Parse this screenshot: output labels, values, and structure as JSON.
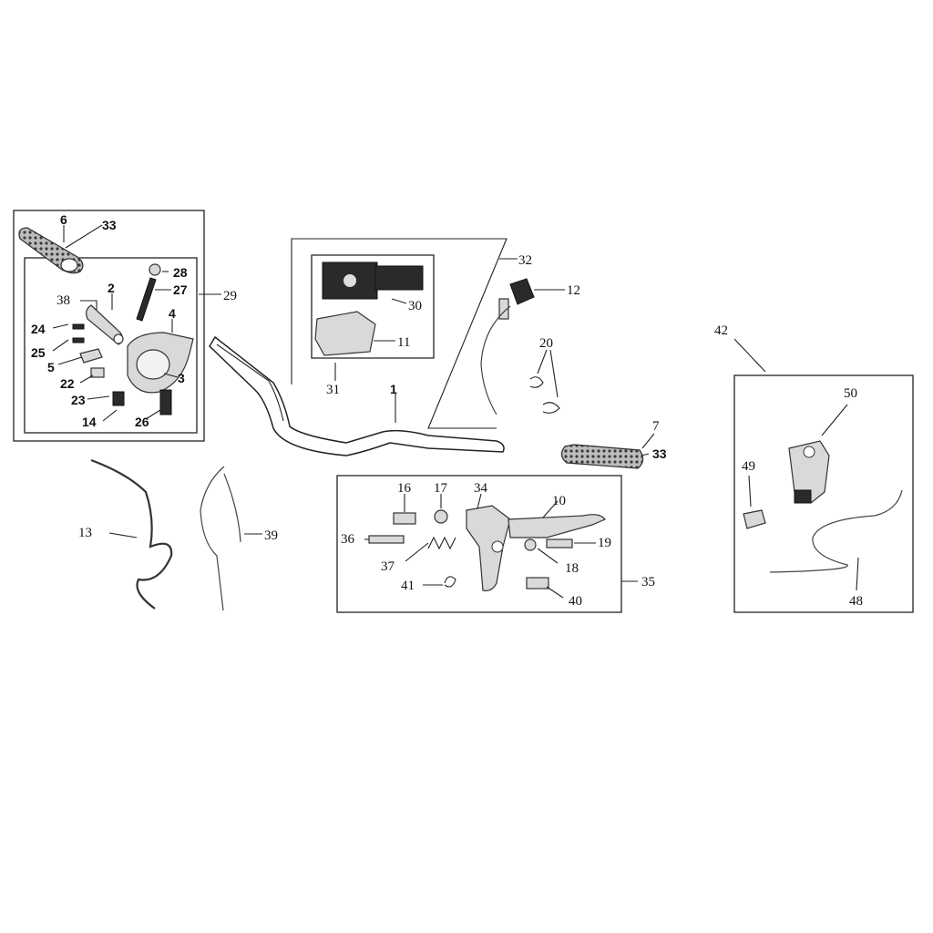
{
  "callouts": {
    "c1": "1",
    "c2": "2",
    "c3": "3",
    "c4": "4",
    "c5": "5",
    "c6": "6",
    "c7": "7",
    "c10": "10",
    "c11": "11",
    "c12": "12",
    "c13": "13",
    "c14": "14",
    "c16": "16",
    "c17": "17",
    "c18": "18",
    "c19": "19",
    "c20": "20",
    "c22": "22",
    "c23": "23",
    "c24": "24",
    "c25": "25",
    "c26": "26",
    "c27": "27",
    "c28": "28",
    "c29": "29",
    "c30": "30",
    "c31": "31",
    "c32": "32",
    "c33a": "33",
    "c33b": "33",
    "c34": "34",
    "c35": "35",
    "c36": "36",
    "c37": "37",
    "c38": "38",
    "c39": "39",
    "c40": "40",
    "c41": "41",
    "c42": "42",
    "c48": "48",
    "c49": "49",
    "c50": "50"
  },
  "colors": {
    "line": "#222222",
    "metal": "#d9d9d9",
    "dark": "#2a2a2a",
    "background": "#ffffff"
  }
}
